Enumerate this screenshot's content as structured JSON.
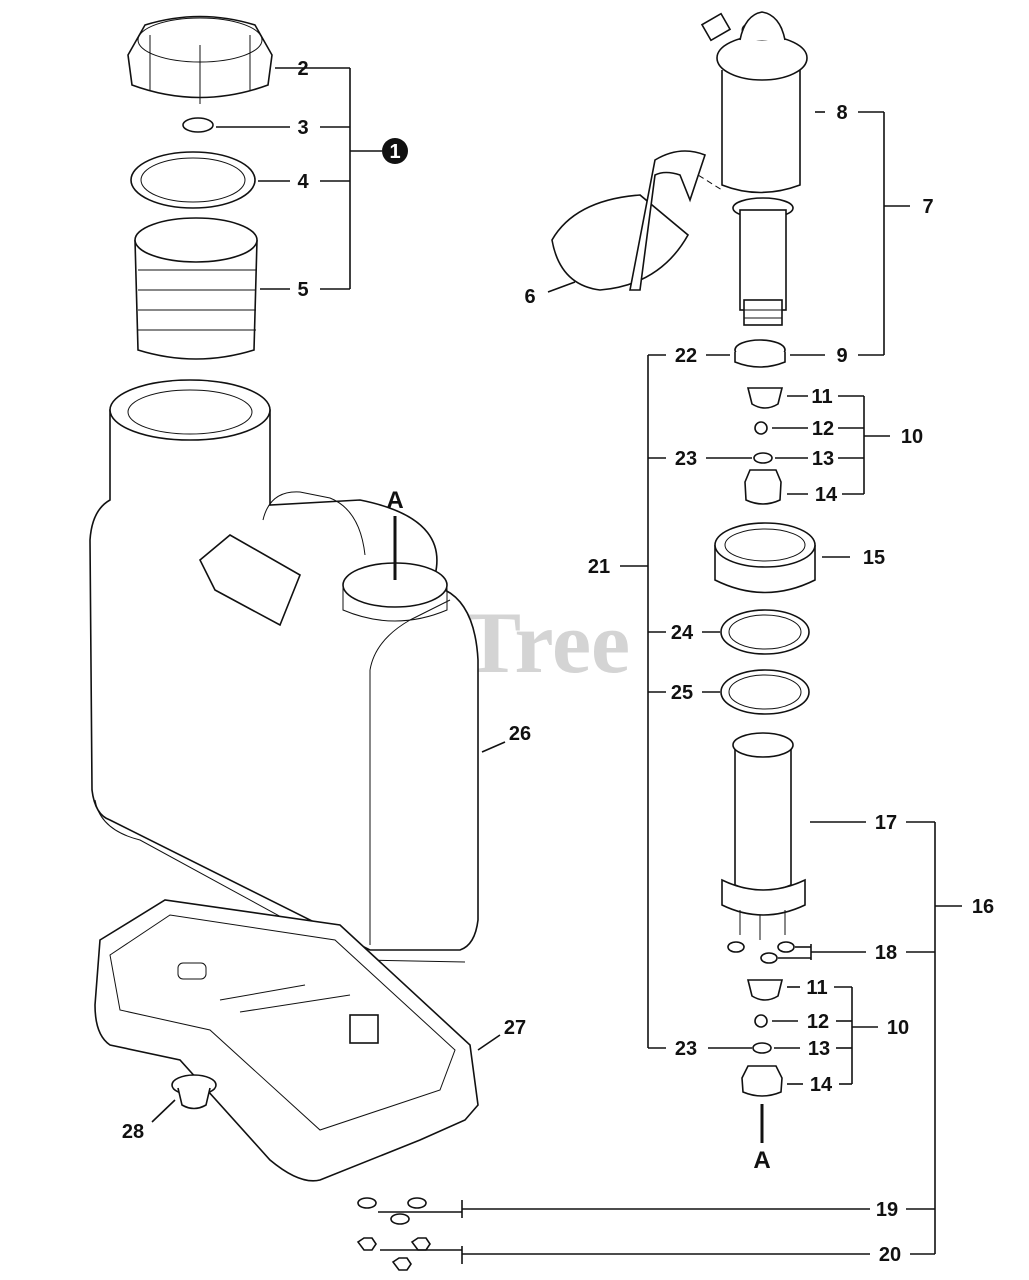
{
  "watermark": "PartsTree",
  "markers": {
    "a_top": "A",
    "a_bottom": "A",
    "callout_1": "1"
  },
  "labels": {
    "p2": "2",
    "p3": "3",
    "p4": "4",
    "p5": "5",
    "p6": "6",
    "p7": "7",
    "p8": "8",
    "p9": "9",
    "p10a": "10",
    "p11a": "11",
    "p12a": "12",
    "p13a": "13",
    "p14a": "14",
    "p15": "15",
    "p16": "16",
    "p17": "17",
    "p18": "18",
    "p19": "19",
    "p20": "20",
    "p21": "21",
    "p22": "22",
    "p23a": "23",
    "p24": "24",
    "p25": "25",
    "p26": "26",
    "p27": "27",
    "p28": "28",
    "p10b": "10",
    "p11b": "11",
    "p12b": "12",
    "p13b": "13",
    "p14b": "14",
    "p23b": "23"
  }
}
